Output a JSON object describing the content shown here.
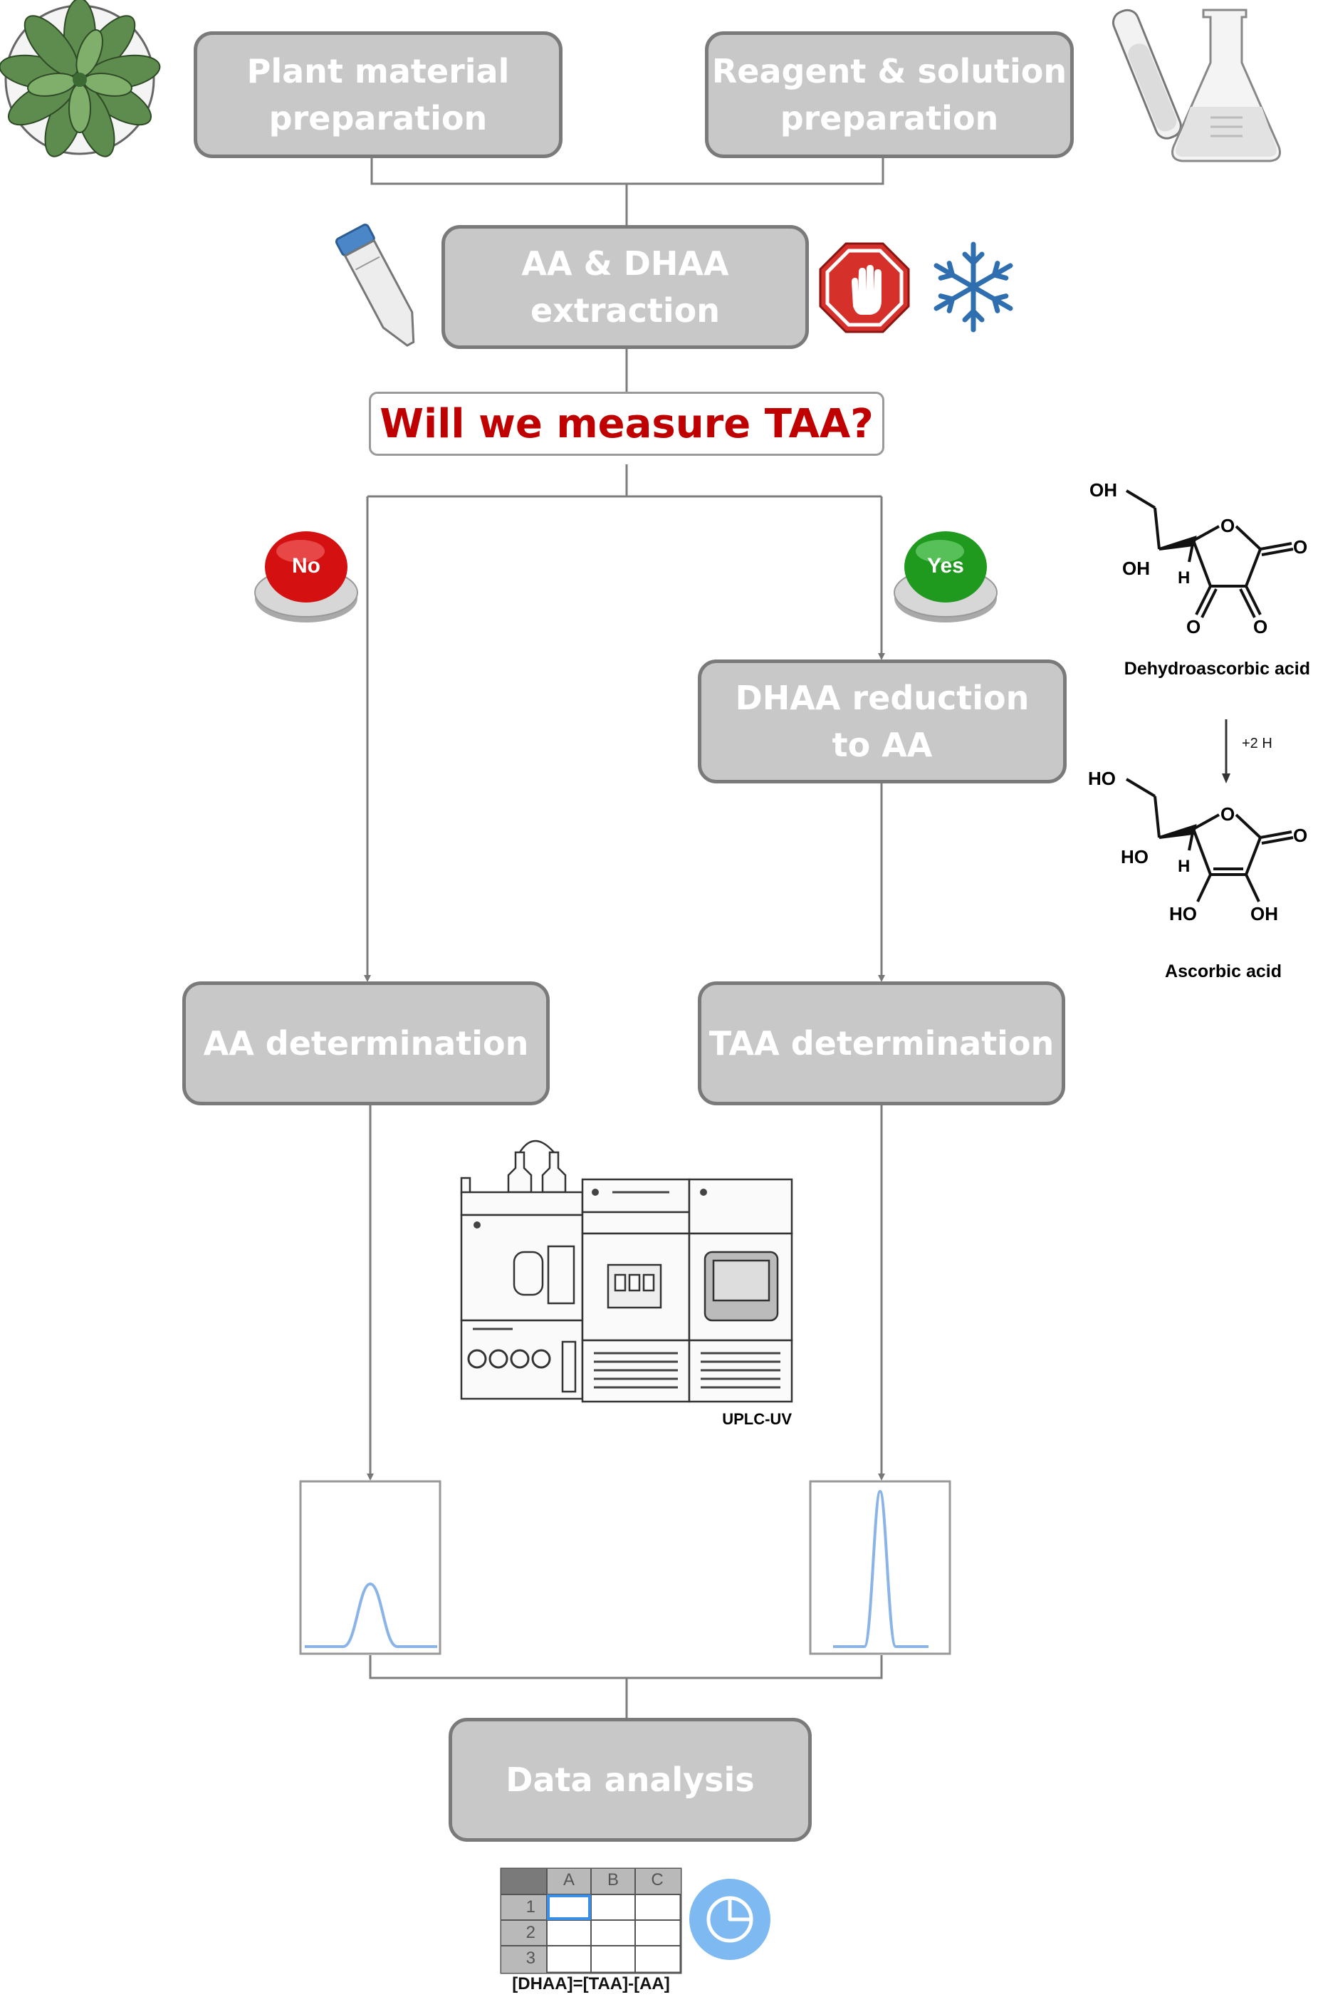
{
  "steps": {
    "plant_prep": "Plant material\npreparation",
    "reagent_prep": "Reagent & solution\npreparation",
    "extraction": "AA & DHAA\nextraction",
    "question": "Will we measure TAA?",
    "no": "No",
    "yes": "Yes",
    "reduction": "DHAA reduction\nto AA",
    "aa_det": "AA determination",
    "taa_det": "TAA determination",
    "data_analysis": "Data analysis"
  },
  "chemistry": {
    "dhaa_name": "Dehydroascorbic acid",
    "aa_name": "Ascorbic acid",
    "reaction": "+2 H",
    "oh": "OH",
    "ho": "HO",
    "h": "H",
    "o": "O"
  },
  "instrument": {
    "label": "UPLC-UV"
  },
  "spreadsheet": {
    "columns": [
      "A",
      "B",
      "C"
    ],
    "rows": [
      "1",
      "2",
      "3"
    ],
    "formula": "[DHAA]=[TAA]-[AA]"
  },
  "colors": {
    "box_fill": "#c8c8c8",
    "box_border": "#7a7a7a",
    "question_text": "#c00000",
    "no_button": "#d41010",
    "yes_button": "#1f9a1f",
    "peak": "#8ab4e8"
  }
}
